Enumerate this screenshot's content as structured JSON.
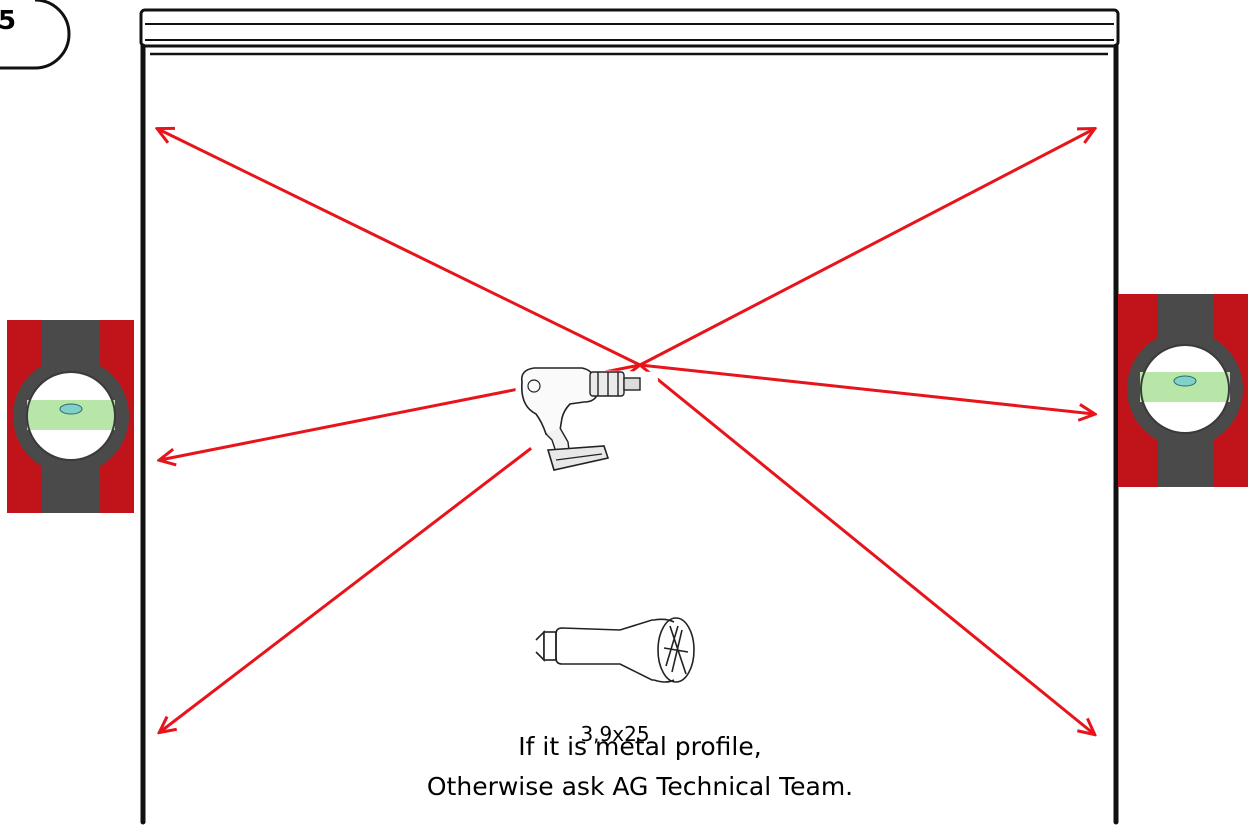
{
  "step": {
    "number": "5"
  },
  "screw": {
    "label": "3,9x25"
  },
  "caption": {
    "line1": "If it is metal profile,",
    "line2": "Otherwise ask  AG Technical Team."
  },
  "colors": {
    "arrow": "#e8141b",
    "level_body": "#c0141a",
    "level_band": "#4a4a4a",
    "bubble_vial": "#b8e6a8",
    "outline": "#111111"
  },
  "icons": [
    "step-circle-icon",
    "level-icon",
    "drill-icon",
    "screw-icon",
    "arrow-icon"
  ]
}
